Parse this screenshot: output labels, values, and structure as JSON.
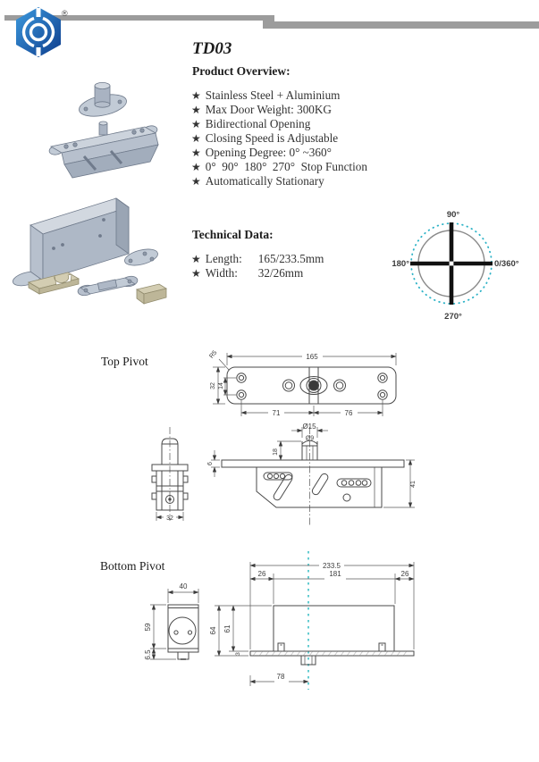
{
  "glyphs": {
    "star": "★",
    "registered": "®"
  },
  "colors": {
    "accent_teal": "#2eb3c7",
    "bar_gray": "#9c9c9c",
    "logo_blue_light": "#3c9ade",
    "logo_blue_dark": "#0e3c8c"
  },
  "product": {
    "model": "TD03",
    "overview_heading": "Product Overview:",
    "overview_items": [
      "Stainless Steel + Aluminium",
      "Max Door Weight: 300KG",
      "Bidirectional Opening",
      "Closing Speed is Adjustable",
      "Opening Degree: 0° ~360°",
      "0°  90°  180°  270°  Stop Function",
      "Automatically Stationary"
    ]
  },
  "technical": {
    "heading": "Technical Data:",
    "rows": [
      {
        "label": "Length:",
        "value": "165/233.5mm"
      },
      {
        "label": "Width:",
        "value": "32/26mm"
      }
    ]
  },
  "degree_diagram": {
    "top": "90°",
    "left": "180°",
    "right": "0/360°",
    "bottom": "270°"
  },
  "top_pivot": {
    "title": "Top Pivot",
    "dim_length": "165",
    "dim_height": "32",
    "dim_hole_gap": "14",
    "dim_left_span": "71",
    "dim_right_span": "76",
    "dim_radius": "R5",
    "dim_pin_dia": "Ø15",
    "dim_shaft_dia": "Ø9",
    "dim_pin_height": "18",
    "dim_plate_thickness": "6",
    "dim_body_height": "41",
    "dim_body_width": "32"
  },
  "bottom_pivot": {
    "title": "Bottom Pivot",
    "dim_total_length": "233.5",
    "dim_left_margin": "26",
    "dim_center_span": "181",
    "dim_right_margin": "26",
    "dim_body_width": "40",
    "dim_body_height": "59",
    "dim_base_height": "6.5",
    "dim_outer_height": "64",
    "dim_inner_height": "61",
    "dim_plate_thickness": "3",
    "dim_pin_offset": "78"
  }
}
